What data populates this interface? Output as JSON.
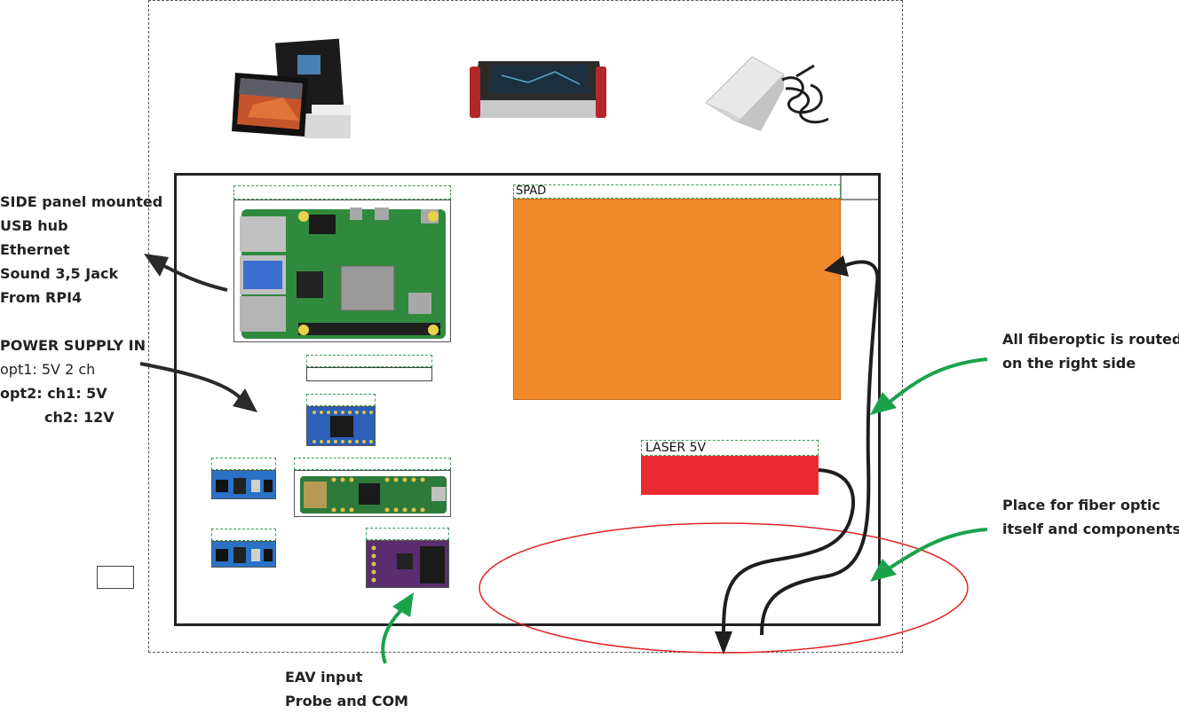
{
  "labels": {
    "side_panel": [
      "SIDE panel mounted",
      "USB hub",
      "Ethernet",
      "Sound 3,5 Jack",
      "From RPI4"
    ],
    "power_supply": {
      "title": "POWER SUPPLY IN",
      "opt1": "opt1: 5V 2 ch",
      "opt2": "opt2: ch1: 5V",
      "ch2": "ch2: 12V"
    },
    "fiber_routed": [
      "All fiberoptic is routed",
      "on the right side"
    ],
    "fiber_place": [
      "Place for fiber optic",
      "itself and components"
    ],
    "eav": [
      "EAV input",
      "Probe and COM"
    ],
    "spad": "SPAD",
    "laser": "LASER 5V"
  },
  "colors": {
    "spad": "#f2892b",
    "laser": "#ea2a33",
    "arrow_dark": "#222222",
    "arrow_green": "#1aa24a",
    "ellipse": "#e02424",
    "label_box": "#3a9a5a"
  },
  "icons": {
    "display": "touchscreen-display-icon",
    "enclosure": "aluminium-case-icon",
    "psu": "power-supply-brick-icon",
    "rpi": "raspberry-pi-board-icon",
    "mux": "multiplexer-breakout-icon",
    "teensy": "microcontroller-board-icon",
    "audio": "audio-jack-board-icon",
    "regulator": "voltage-regulator-board-icon"
  }
}
